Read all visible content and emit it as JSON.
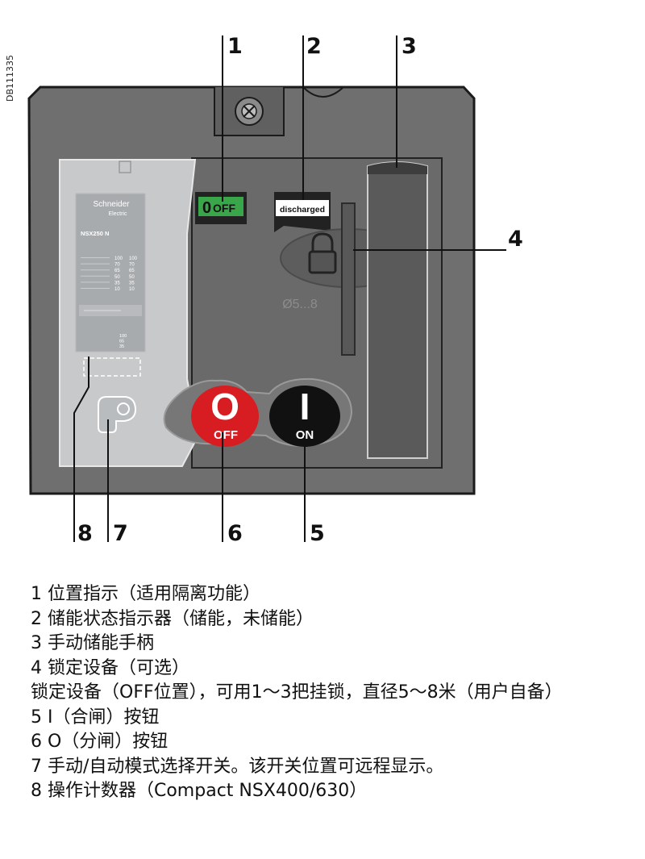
{
  "figure_code": "DB111335",
  "device": {
    "brand": "Schneider",
    "brand_sub": "Electric",
    "model": "NSX250 N",
    "position_indicator": "OFF",
    "position_indicator_digit": "0",
    "charge_indicator": "discharged",
    "padlock_size": "Ø5...8",
    "off_button_symbol": "O",
    "off_button_label": "OFF",
    "on_button_symbol": "I",
    "on_button_label": "ON",
    "nameplate_rows": [
      [
        "100",
        "100"
      ],
      [
        "70",
        "70"
      ],
      [
        "65",
        "65"
      ],
      [
        "50",
        "50"
      ],
      [
        "35",
        "35"
      ],
      [
        "10",
        "10"
      ]
    ],
    "nameplate_lower": [
      "100",
      "65",
      "35"
    ]
  },
  "callouts": [
    "1",
    "2",
    "3",
    "4",
    "5",
    "6",
    "7",
    "8"
  ],
  "legend": [
    "1 位置指示（适用隔离功能）",
    "2 储能状态指示器（储能，未储能）",
    "3 手动储能手柄",
    "4 锁定设备（可选）",
    "锁定设备（OFF位置），可用1～3把挂锁，直径5～8米（用户自备）",
    "5 I（合闸）按钮",
    "6 O（分闸）按钮",
    "7 手动/自动模式选择开关。该开关位置可远程显示。",
    "8 操作计数器（Compact NSX400/630）"
  ]
}
